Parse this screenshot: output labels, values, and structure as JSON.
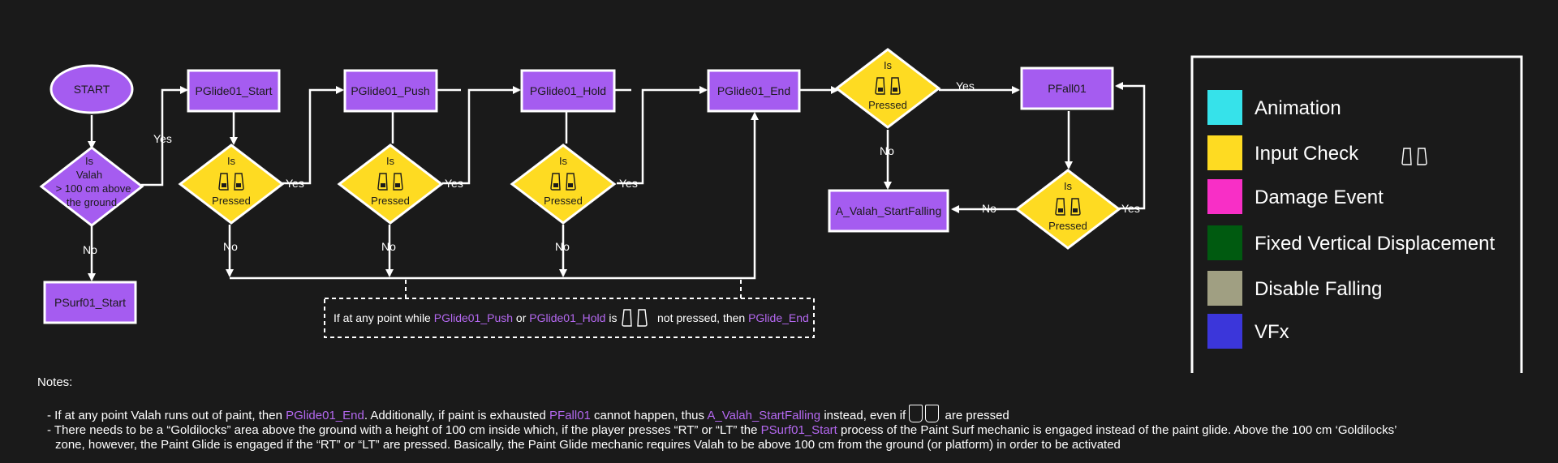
{
  "nodes": {
    "start": "START",
    "valah_check": [
      "Is",
      "Valah",
      "> 100 cm above",
      "the ground"
    ],
    "psurf": "PSurf01_Start",
    "glide_start": "PGlide01_Start",
    "glide_push": "PGlide01_Push",
    "glide_hold": "PGlide01_Hold",
    "glide_end": "PGlide01_End",
    "pfall": "PFall01",
    "start_falling": "A_Valah_StartFalling",
    "is_label": "Is",
    "pressed_label": "Pressed",
    "lt": "LT",
    "rt": "RT"
  },
  "edges": {
    "yes": "Yes",
    "no": "No"
  },
  "callout": {
    "part1": "If at any point while ",
    "push": "PGlide01_Push",
    "part2": " or ",
    "hold": "PGlide01_Hold",
    "part3": " is",
    "part4": "not pressed, then ",
    "end": "PGlide_End"
  },
  "legend": [
    {
      "label": "Animation",
      "color": "#36e2ea"
    },
    {
      "label": "Input Check",
      "color": "#fedb22"
    },
    {
      "label": "Damage Event",
      "color": "#f82fc6"
    },
    {
      "label": "Fixed Vertical Displacement",
      "color": "#005a10"
    },
    {
      "label": "Disable Falling",
      "color": "#a09f82"
    },
    {
      "label": "VFx",
      "color": "#3b36da"
    }
  ],
  "notes": {
    "title": "Notes:",
    "n1_a": "- If at any point Valah runs out of paint, then ",
    "n1_b": "PGlide01_End",
    "n1_c": ". Additionally, if paint is exhausted ",
    "n1_d": "PFall01",
    "n1_e": " cannot happen, thus ",
    "n1_f": "A_Valah_StartFalling",
    "n1_g": " instead, even if ",
    "n1_h": " are pressed",
    "n2_a": "- There needs to be a “Goldilocks” area above the ground with a height of 100 cm inside which, if the player presses “RT” or “LT” the ",
    "n2_b": "PSurf01_Start",
    "n2_c": " process of the Paint Surf mechanic is engaged instead of the paint glide. Above the 100 cm ‘Goldilocks’",
    "n2_d": "zone, however, the Paint Glide is engaged if the “RT” or “LT” are pressed. Basically, the Paint Glide mechanic requires Valah to be above 100 cm from the ground (or platform) in order to be activated"
  },
  "colors": {
    "process": "#a55cf0",
    "decision": "#fedb22",
    "highlight": "#b468f0",
    "background": "#1a1a1a"
  }
}
